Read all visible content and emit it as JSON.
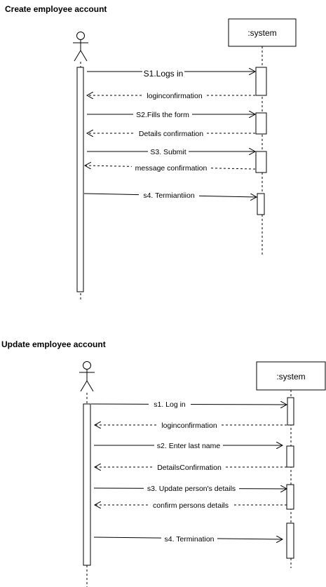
{
  "diagram1": {
    "title": "Create employee account",
    "system_label": ":system",
    "messages": [
      {
        "label": "S1.Logs in"
      },
      {
        "label": "loginconfirmation"
      },
      {
        "label": "S2.Fills the form"
      },
      {
        "label": "Details confirmation"
      },
      {
        "label": "S3. Submit"
      },
      {
        "label": "message confirmation"
      },
      {
        "label": "s4. Termiantiion"
      }
    ]
  },
  "diagram2": {
    "title": "Update employee account",
    "system_label": ":system",
    "messages": [
      {
        "label": "s1. Log in"
      },
      {
        "label": "loginconfirmation"
      },
      {
        "label": "s2. Enter last name"
      },
      {
        "label": "DetailsConfirmation"
      },
      {
        "label": "s3. Update person's details"
      },
      {
        "label": "confirm persons details"
      },
      {
        "label": "s4. Termination"
      }
    ]
  }
}
